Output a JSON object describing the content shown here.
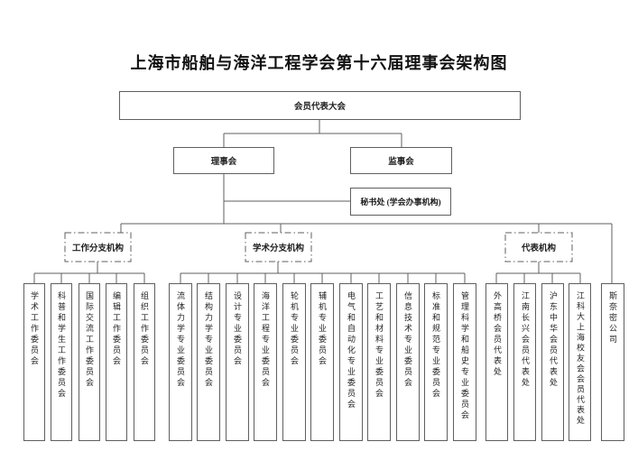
{
  "title": "上海市船舶与海洋工程学会第十六届理事会架构图",
  "nodes": {
    "assembly": "会员代表大会",
    "council": "理事会",
    "supervisory_board": "监事会",
    "secretariat": "秘书处 (学会办事机构)"
  },
  "branches": [
    {
      "label": "工作分支机构",
      "items": [
        "学术工作委员会",
        "科普和学生工作委员会",
        "国际交流工作委员会",
        "编辑工作委员会",
        "组织工作委员会"
      ]
    },
    {
      "label": "学术分支机构",
      "items": [
        "流体力学专业委员会",
        "结构力学专业委员会",
        "设计专业委员会",
        "海洋工程专业委员会",
        "轮机专业委员会",
        "辅机专业委员会",
        "电气和自动化专业委员会",
        "工艺和材料专业委员会",
        "信息技术专业委员会",
        "标准和规范专业委员会",
        "管理科学和船史专业委员会"
      ]
    },
    {
      "label": "代表机构",
      "items": [
        "外高桥会员代表处",
        "江南长兴会员代表处",
        "沪东中华会员代表处",
        "江科大上海校友会会员代表处"
      ]
    }
  ],
  "standalone": "斯奈密公司",
  "colors": {
    "line": "#5f5f5f",
    "text": "#1f1f1f",
    "background": "#ffffff"
  }
}
